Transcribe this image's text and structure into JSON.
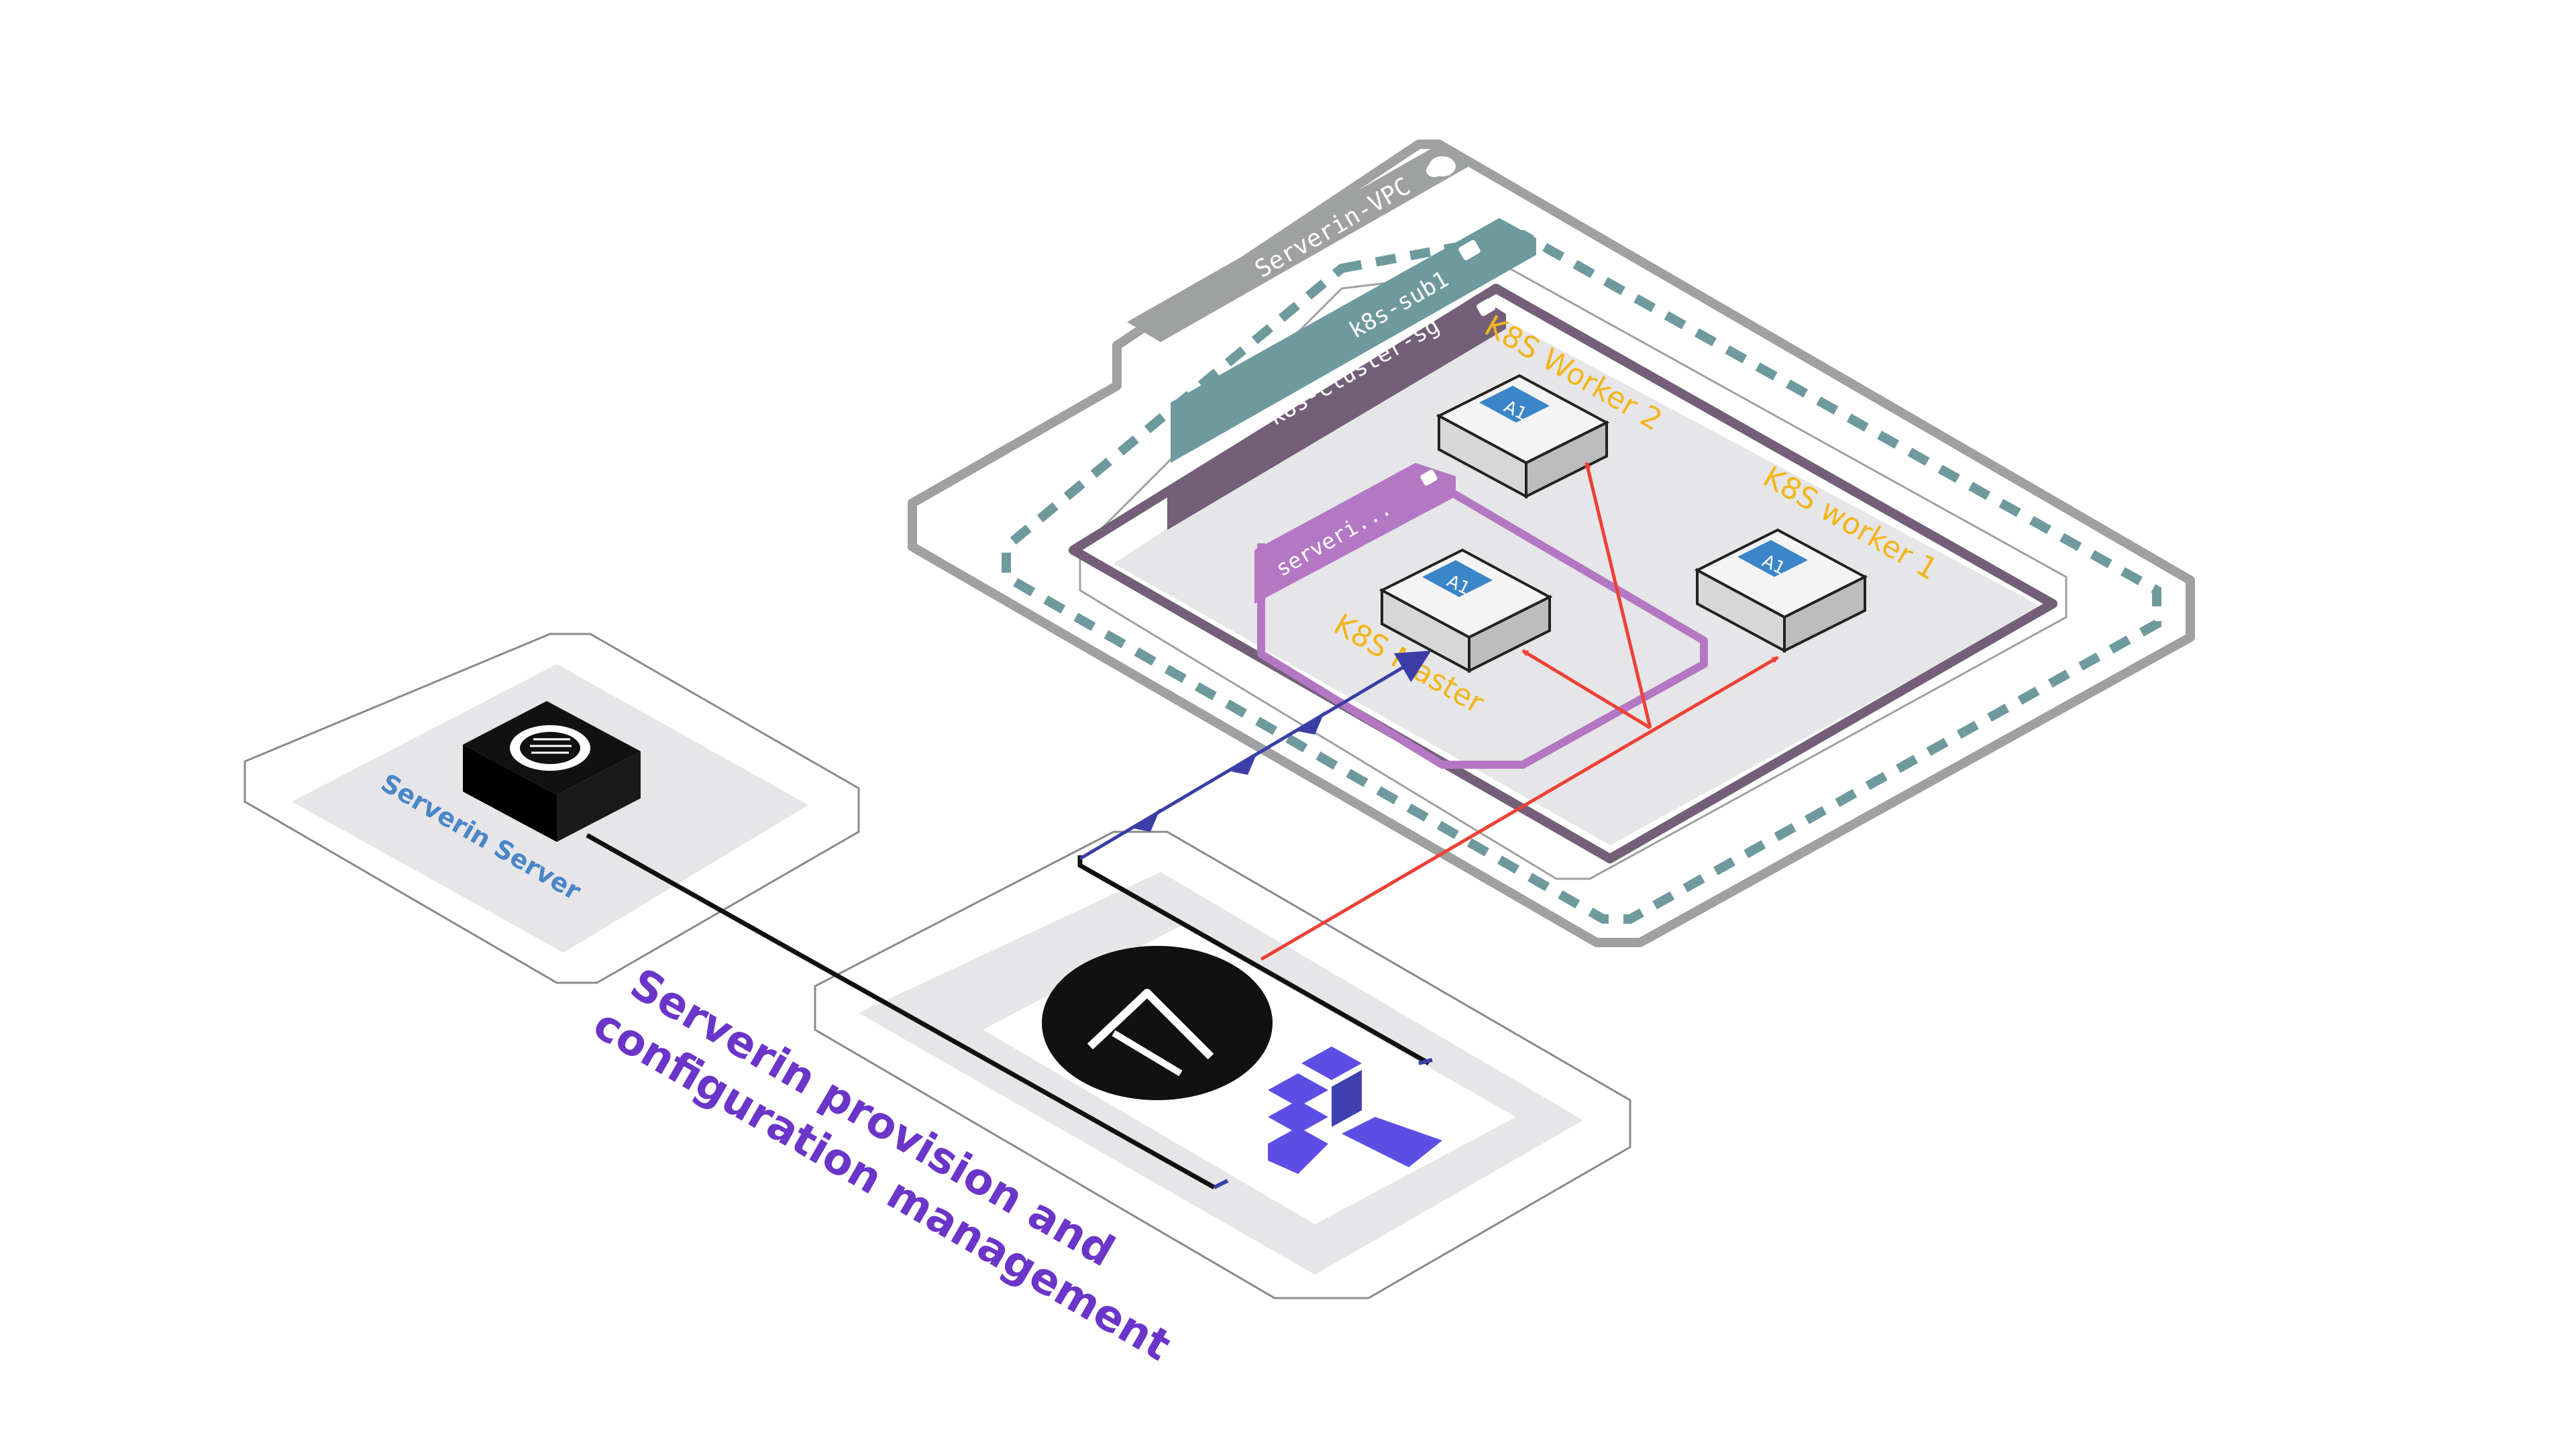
{
  "diagram": {
    "vpc_label": "Serverin-VPC",
    "subnet_label": "k8s-sub1",
    "security_group_label": "k8s-cluster-sg",
    "inner_group_label": "serveri...",
    "nodes": {
      "worker2": {
        "badge": "A1",
        "label": "K8S Worker 2"
      },
      "worker1": {
        "badge": "A1",
        "label": "K8S worker 1"
      },
      "master": {
        "badge": "A1",
        "label": "K8S Master"
      }
    },
    "server_label": "Serverin Server",
    "caption_line1": "Serverin provision and",
    "caption_line2": "configuration management",
    "icons": {
      "server": "rack-server-icon",
      "ansible": "ansible-logo-icon",
      "terraform": "terraform-logo-icon",
      "vpc_cloud": "cloud-icon",
      "lock": "lock-icon"
    },
    "colors": {
      "vpc_gray": "#9fa1a0",
      "subnet_teal": "#6e9a9d",
      "sg_purple": "#735f78",
      "inner_purple": "#b477c3",
      "label_orange": "#f2b51a",
      "badge_blue": "#3b86c8",
      "arrow_red": "#ee4035",
      "arrow_blue": "#3a3ea6",
      "caption_purple": "#6a35c8",
      "server_label_blue": "#4a86c8"
    }
  }
}
